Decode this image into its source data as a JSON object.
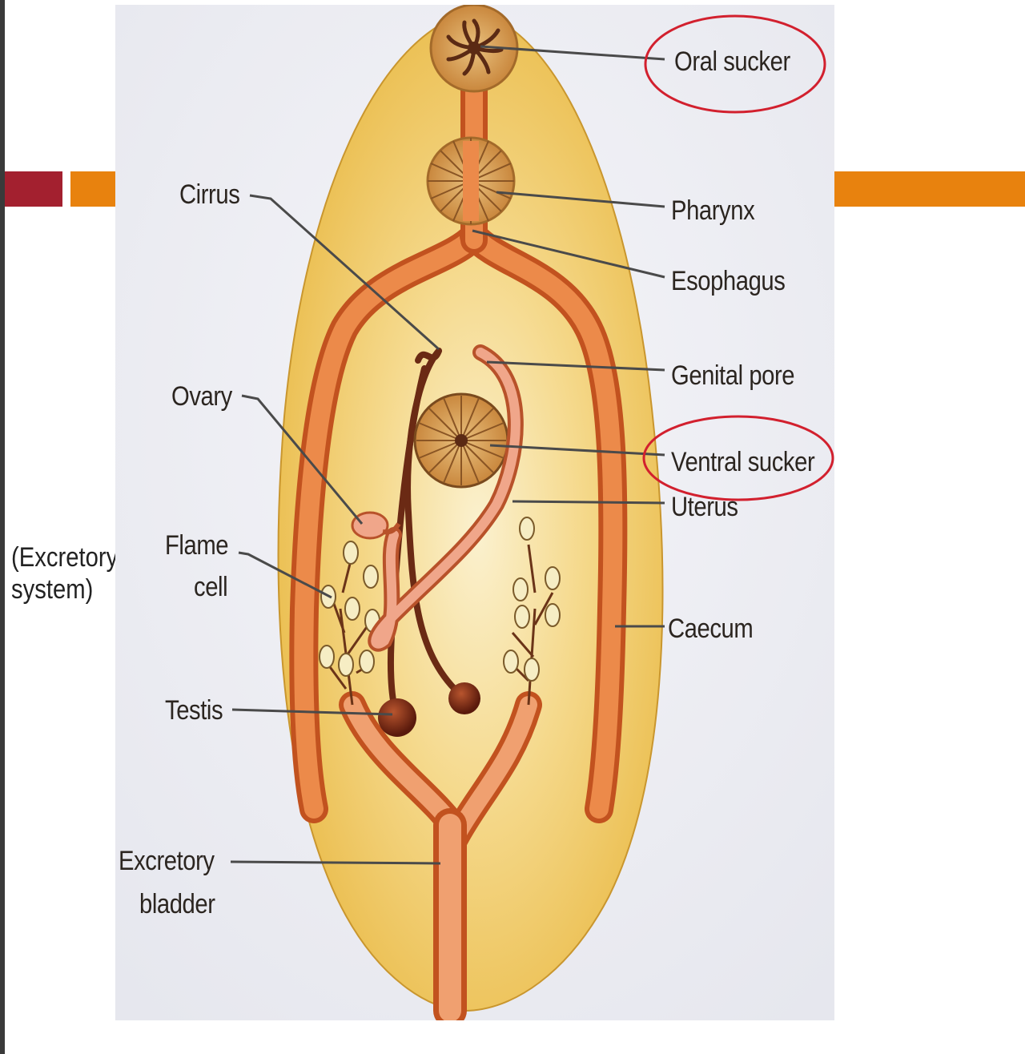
{
  "slide": {
    "colors": {
      "accent_red": "#a3202f",
      "accent_orange": "#e8820e",
      "body_fill": "#f2c75a",
      "duct": "#e2763a",
      "highlight_circle": "#d2202e"
    },
    "side_note": "(Excretory\nsystem)"
  },
  "diagram": {
    "labels": {
      "oral_sucker": "Oral sucker",
      "pharynx": "Pharynx",
      "esophagus": "Esophagus",
      "genital_pore": "Genital pore",
      "ventral_sucker": "Ventral sucker",
      "uterus": "Uterus",
      "caecum": "Caecum",
      "cirrus": "Cirrus",
      "ovary": "Ovary",
      "flame_cell_line1": "Flame",
      "flame_cell_line2": "cell",
      "testis": "Testis",
      "excretory_bladder_line1": "Excretory",
      "excretory_bladder_line2": "bladder"
    },
    "highlighted": [
      "oral_sucker",
      "ventral_sucker"
    ]
  }
}
